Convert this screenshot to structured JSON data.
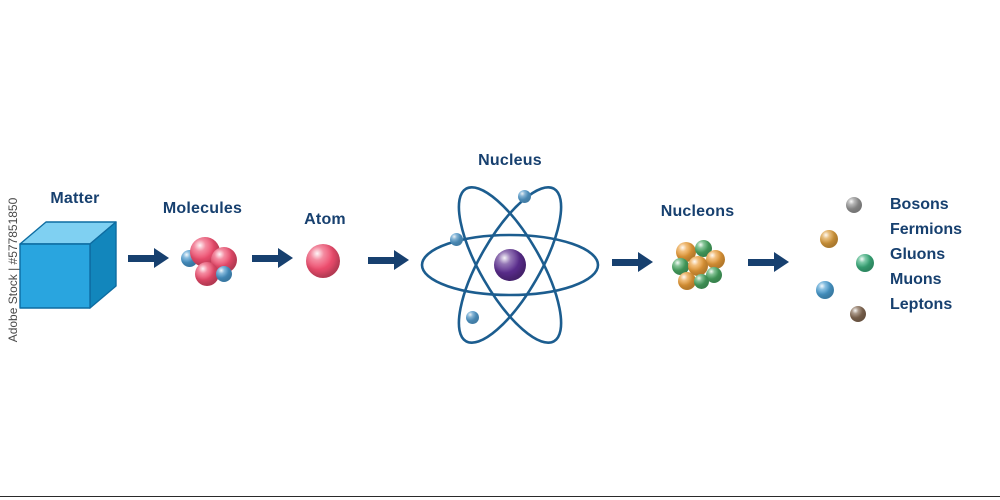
{
  "watermark": {
    "side_text": "Adobe Stock | #577851850"
  },
  "stages": {
    "matter": {
      "label": "Matter",
      "icon": "cube"
    },
    "molecules": {
      "label": "Molecules",
      "icon": "molecule-cluster"
    },
    "atom": {
      "label": "Atom",
      "icon": "pink-sphere"
    },
    "nucleus": {
      "label": "Nucleus",
      "icon": "orbital-atom"
    },
    "nucleons": {
      "label": "Nucleons",
      "icon": "nucleon-cluster"
    }
  },
  "particles": [
    {
      "label": "Bosons"
    },
    {
      "label": "Fermions"
    },
    {
      "label": "Gluons"
    },
    {
      "label": "Muons"
    },
    {
      "label": "Leptons"
    }
  ],
  "colors": {
    "label_text": "#17406f",
    "arrow": "#17406f",
    "watermark_text": "#4a4a4a",
    "cube_top": "#7fd0f2",
    "cube_front": "#29a5df",
    "cube_side": "#1286bc",
    "cube_outline": "#0d6ca1",
    "molecule_pink": "#ee4d6e",
    "molecule_blue": "#4d9fd6",
    "atom_sphere": "#ee4d6e",
    "orbit": "#1c5d8f",
    "nucleus_core": "#5b2d8e",
    "electron": "#5aa7dc",
    "nucleon_orange": "#efa13b",
    "nucleon_green": "#4cae67",
    "boson": "#9c9c9c",
    "fermion": "#e2a23f",
    "gluon": "#3db380",
    "muon": "#4da3d8",
    "lepton": "#8a6e57",
    "bottom_line": "#2a2a2a"
  }
}
